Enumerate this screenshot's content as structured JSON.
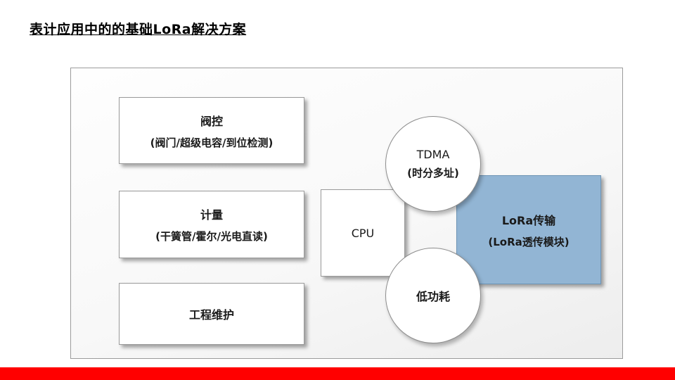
{
  "slide": {
    "title": "表计应用中的的基础LoRa解决方案"
  },
  "diagram": {
    "valve": {
      "line1": "阀控",
      "line2": "(阀门/超级电容/到位检测)"
    },
    "metering": {
      "line1": "计量",
      "line2": "(干簧管/霍尔/光电直读)"
    },
    "maintenance": {
      "line1": "工程维护"
    },
    "cpu": {
      "line1": "CPU"
    },
    "lora": {
      "line1": "LoRa传输",
      "line2": "(LoRa透传模块)"
    },
    "tdma": {
      "line1": "TDMA",
      "line2": "(时分多址)"
    },
    "low_power": {
      "line1": "低功耗"
    }
  },
  "colors": {
    "lora_box_fill": "#92b5d4",
    "lora_box_border": "#6d94b5",
    "bottom_bar": "#ff0000",
    "box_border": "#9a9a9a"
  }
}
